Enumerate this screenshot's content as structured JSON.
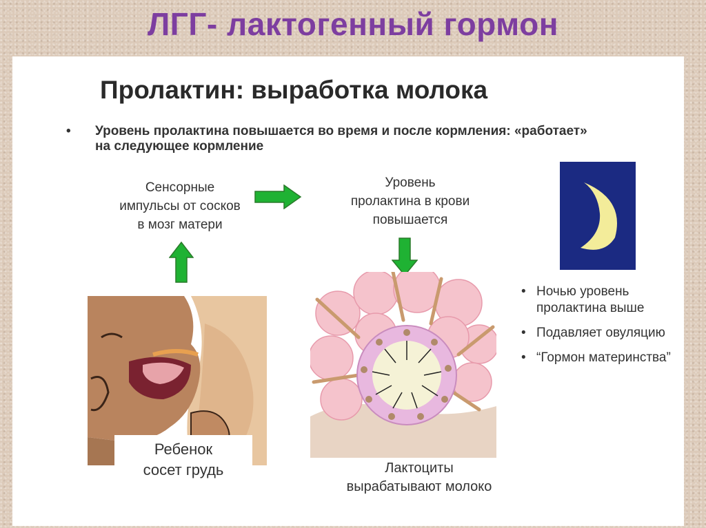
{
  "slide": {
    "title": "ЛГГ- лактогенный гормон"
  },
  "panel": {
    "heading": "Пролактин: выработка молока",
    "bullet_marker": "•",
    "bullet": "Уровень пролактина повышается во время и после кормления: «работает» на следующее кормление"
  },
  "diagram": {
    "sensory_caption": "Сенсорные\nимпульсы от сосков\nв мозг матери",
    "level_caption": "Уровень\nпролактина в крови\nповышается",
    "baby_caption": "Ребенок\nсосет грудь",
    "lactocytes_caption": "Лактоциты\nвырабатывают молоко",
    "arrow_color": "#1fb233",
    "moon_bg_color": "#1b2a82",
    "moon_color": "#f3ec9a"
  },
  "facts": {
    "marker": "•",
    "items": [
      {
        "text": "Ночью уровень пролактина выше"
      },
      {
        "text": "Подавляет овуляцию"
      },
      {
        "text": "“Гормон материнства”"
      }
    ]
  }
}
